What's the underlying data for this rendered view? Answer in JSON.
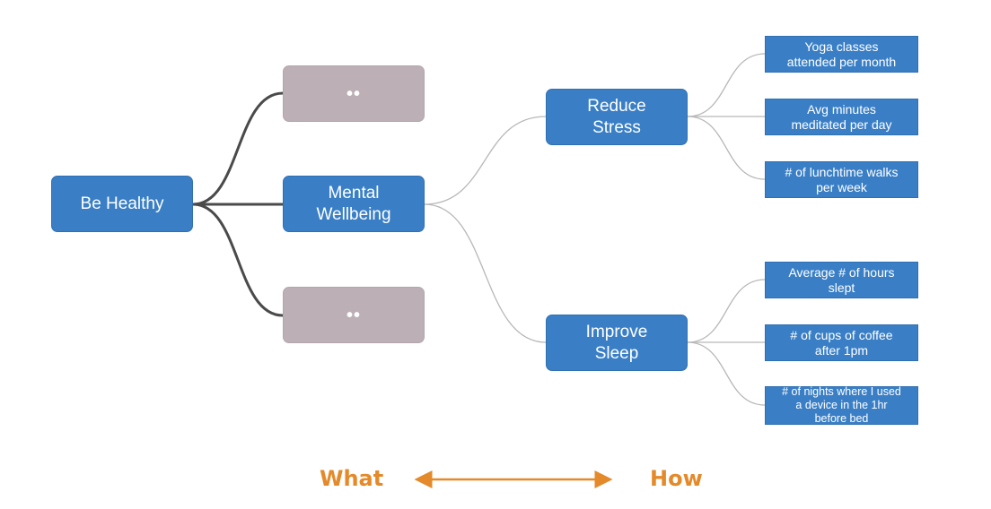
{
  "diagram": {
    "root": {
      "label": "Be Healthy"
    },
    "level1": [
      {
        "label": "••"
      },
      {
        "label": "Mental\nWellbeing"
      },
      {
        "label": "••"
      }
    ],
    "level2": [
      {
        "label": "Reduce\nStress"
      },
      {
        "label": "Improve\nSleep"
      }
    ],
    "metrics": [
      {
        "label": "Yoga classes\nattended per month"
      },
      {
        "label": "Avg minutes\nmeditated per day"
      },
      {
        "label": "# of lunchtime walks\nper week"
      },
      {
        "label": "Average # of hours\nslept"
      },
      {
        "label": "# of cups of coffee\nafter 1pm"
      },
      {
        "label": "# of nights where I used\na device in the 1hr\nbefore bed"
      }
    ],
    "edges": [
      [
        "Be Healthy",
        "top placeholder"
      ],
      [
        "Be Healthy",
        "Mental Wellbeing"
      ],
      [
        "Be Healthy",
        "bottom placeholder"
      ],
      [
        "Mental Wellbeing",
        "Reduce Stress"
      ],
      [
        "Mental Wellbeing",
        "Improve Sleep"
      ],
      [
        "Reduce Stress",
        "Yoga classes attended per month"
      ],
      [
        "Reduce Stress",
        "Avg minutes meditated per day"
      ],
      [
        "Reduce Stress",
        "# of lunchtime walks per week"
      ],
      [
        "Improve Sleep",
        "Average # of hours slept"
      ],
      [
        "Improve Sleep",
        "# of cups of coffee after 1pm"
      ],
      [
        "Improve Sleep",
        "# of nights where I used a device in the 1hr before bed"
      ]
    ]
  },
  "axis": {
    "left_label": "What",
    "right_label": "How"
  },
  "colors": {
    "node_blue": "#3a7fc6",
    "node_gray": "#bcb0b6",
    "node_text": "#ffffff",
    "dark_connector": "#4a4a4a",
    "light_connector": "#b8b8b8",
    "axis_orange": "#e48a2a"
  }
}
